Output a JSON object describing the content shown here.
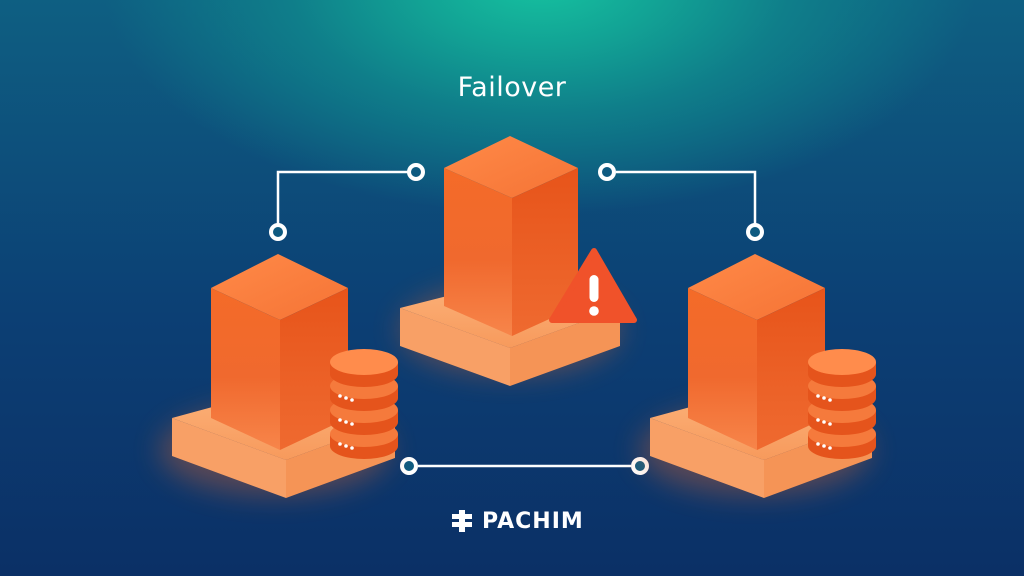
{
  "title": "Failover",
  "brand": {
    "name": "PACHIM",
    "logo_icon": "pachim-logo-icon"
  },
  "nodes": [
    {
      "name": "primary-server",
      "role": "failed",
      "has_database": false,
      "alert_icon": "warning-triangle-icon"
    },
    {
      "name": "left-server",
      "role": "standby",
      "has_database": true
    },
    {
      "name": "right-server",
      "role": "standby",
      "has_database": true
    }
  ],
  "colors": {
    "server_orange": "#f26b2a",
    "platform": "#f7a56a",
    "alert": "#f0522a",
    "connector": "#ffffff",
    "background_top": "#16c3a0",
    "background_bottom": "#0b3066"
  }
}
